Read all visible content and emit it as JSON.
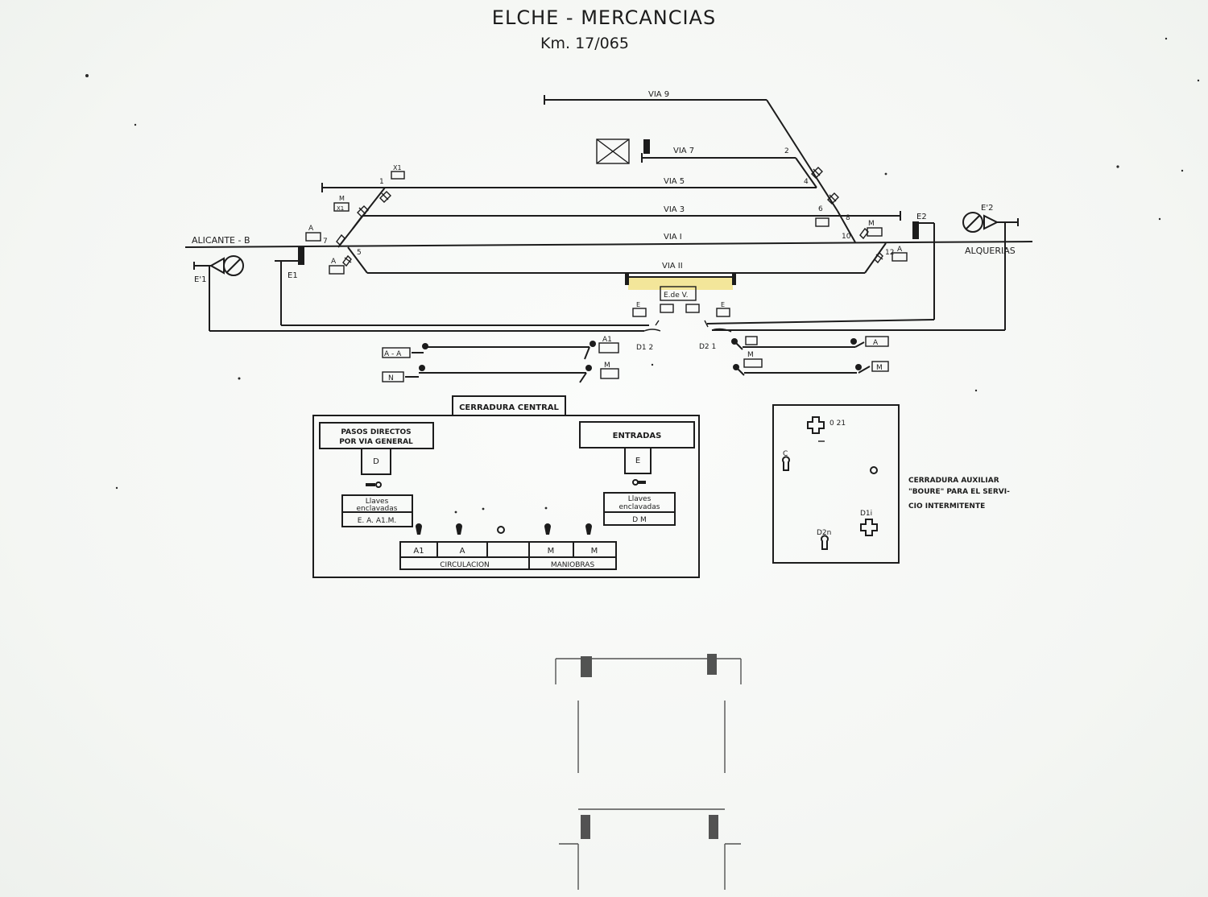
{
  "title": "ELCHE - MERCANCIAS",
  "subtitle": "Km. 17/065",
  "tracks": {
    "via9": "VIA 9",
    "via7": "VIA 7",
    "via5": "VIA 5",
    "via3": "VIA 3",
    "via1": "VIA I",
    "via2": "VIA II"
  },
  "stations": {
    "left": "ALICANTE - B",
    "right": "ALQUERIAS"
  },
  "signals": {
    "e1_left": "E'1",
    "e1": "E1",
    "e2": "E2",
    "e2_right": "E'2"
  },
  "switch_numbers": {
    "n1": "1",
    "n2": "2",
    "n4": "4",
    "n5": "5",
    "n6": "6",
    "n7": "7",
    "n8": "8",
    "n10": "10",
    "n12": "12"
  },
  "small_labels": {
    "a_left": "A",
    "a_left_low": "A",
    "m_left": "M",
    "x1_left": "X1",
    "x1_top": "X1",
    "m_right": "M",
    "a_right": "A",
    "edev": "E.de V.",
    "e_left": "E",
    "e_right": "E",
    "a1_lever": "A1",
    "d12_left": "D1 2",
    "d2_right": "D2 1",
    "aa_left": "A - A",
    "m_left_lever": "M",
    "n_left": "N",
    "a_bracket_right": "A",
    "m_right_lever": "M",
    "n_right": "M"
  },
  "central_lock": {
    "title": "CERRADURA CENTRAL",
    "pasos_line1": "PASOS DIRECTOS",
    "pasos_line2": "POR VIA GENERAL",
    "entradas": "ENTRADAS",
    "key_d": "D",
    "key_e": "E",
    "llaves_left_1": "Llaves",
    "llaves_left_2": "enclavadas",
    "llaves_left_value": "E.  A. A1.M.",
    "llaves_right_1": "Llaves",
    "llaves_right_2": "enclavadas",
    "llaves_right_value": "D M",
    "levers": [
      "A1",
      "A",
      "",
      "M",
      "M"
    ],
    "circulacion": "CIRCULACION",
    "maniobras": "MANIOBRAS"
  },
  "aux_lock": {
    "label_021": "0 21",
    "label_c": "C",
    "label_d1i": "D1i",
    "label_d2n": "D2n",
    "desc_line1": "CERRADURA AUXILIAR",
    "desc_line2": "\"BOURE\" PARA EL SERVI-",
    "desc_line3": "CIO INTERMITENTE"
  },
  "colors": {
    "ink": "#1c1c1c",
    "paper": "#f6f8f6",
    "highlight": "#f2e28a"
  }
}
